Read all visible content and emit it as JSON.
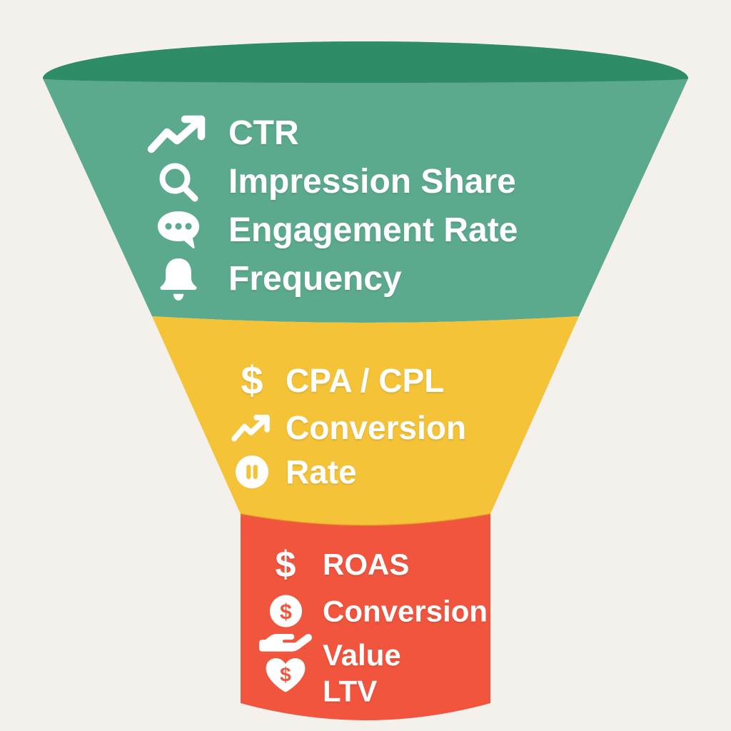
{
  "colors": {
    "background": "#f4f1ec",
    "stage_top_fill": "#5caa8d",
    "funnel_opening_fill": "#2e8c67",
    "stage_middle_fill": "#f5c338",
    "stage_bottom_fill": "#f1553e",
    "text": "#ffffff"
  },
  "icons": {
    "dollar_glyph": "$"
  },
  "funnel": {
    "stages": [
      {
        "position": "top",
        "color": "#5caa8d",
        "items": [
          {
            "icon": "trending-up-icon",
            "label": "CTR"
          },
          {
            "icon": "search-icon",
            "label": "Impression Share"
          },
          {
            "icon": "chat-bubble-icon",
            "label": "Engagement Rate"
          },
          {
            "icon": "bell-icon",
            "label": "Frequency"
          }
        ]
      },
      {
        "position": "middle",
        "color": "#f5c338",
        "items": [
          {
            "icon": "dollar-icon",
            "label": "CPA / CPL"
          },
          {
            "icon": "trending-up-icon",
            "label": "Conversion"
          },
          {
            "icon": "pause-circle-icon",
            "label": "Rate"
          }
        ]
      },
      {
        "position": "bottom",
        "color": "#f1553e",
        "items": [
          {
            "icon": "dollar-icon",
            "label": "ROAS"
          },
          {
            "icon": "coin-dollar-icon",
            "label": "Conversion"
          },
          {
            "icon": "hand-holding-icon",
            "label": "Value"
          },
          {
            "icon": "heart-dollar-icon",
            "label": "LTV"
          }
        ]
      }
    ]
  }
}
